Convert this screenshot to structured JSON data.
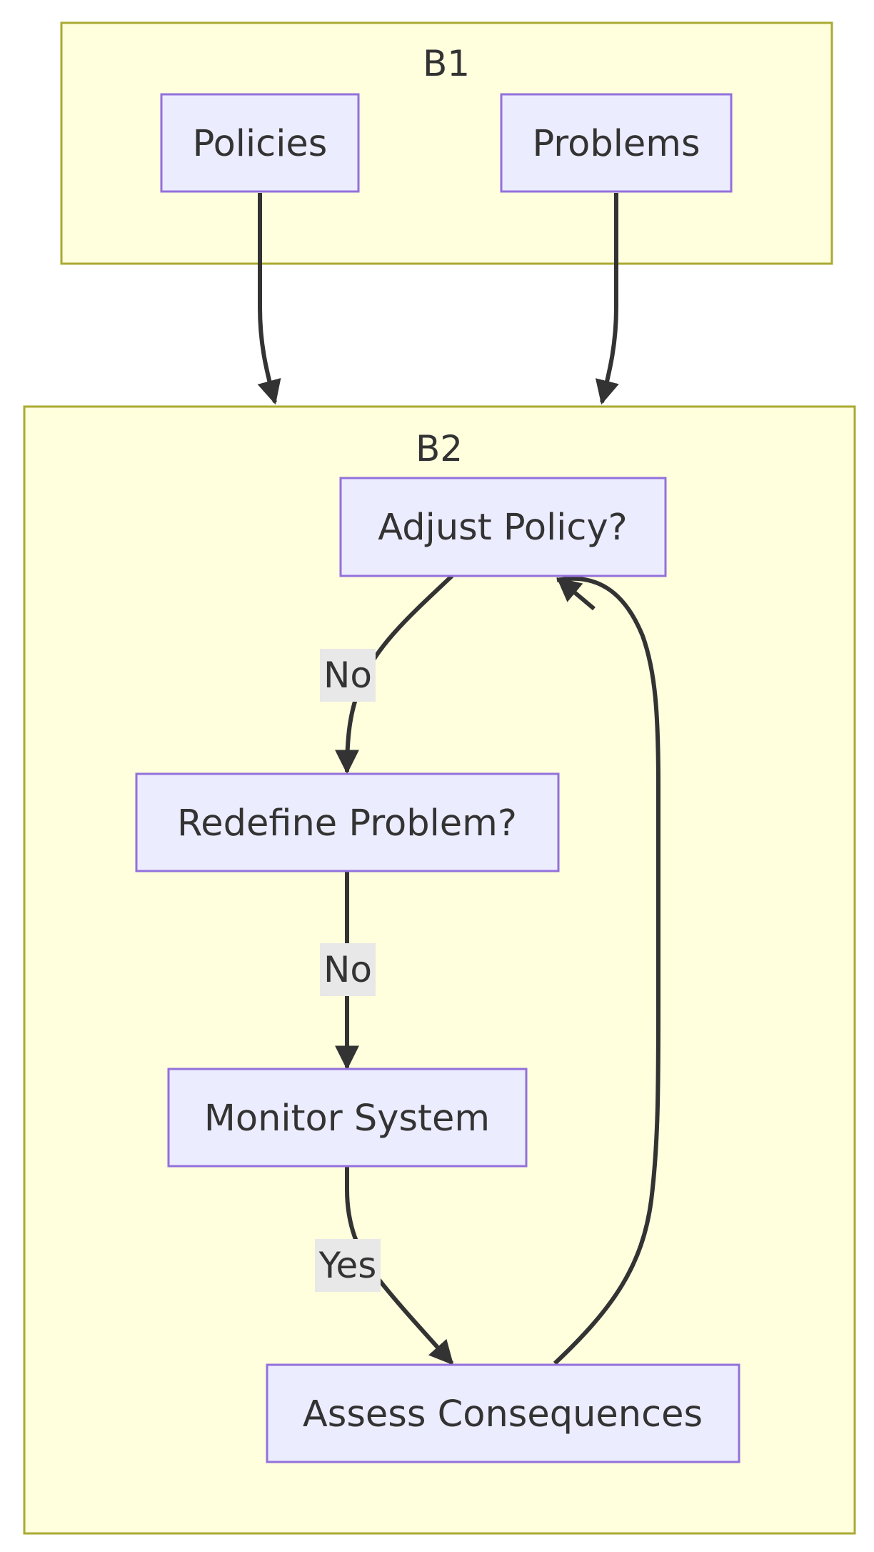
{
  "clusters": {
    "b1": {
      "label": "B1"
    },
    "b2": {
      "label": "B2"
    }
  },
  "nodes": {
    "policies": {
      "label": "Policies"
    },
    "problems": {
      "label": "Problems"
    },
    "adjust_policy": {
      "label": "Adjust Policy?"
    },
    "redefine_problem": {
      "label": "Redefine Problem?"
    },
    "monitor_system": {
      "label": "Monitor System"
    },
    "assess_consequences": {
      "label": "Assess Consequences"
    }
  },
  "edges": {
    "adjust_to_redefine": {
      "label": "No"
    },
    "redefine_to_monitor": {
      "label": "No"
    },
    "monitor_to_assess": {
      "label": "Yes"
    }
  },
  "colors": {
    "cluster_fill": "#ffffde",
    "cluster_stroke": "#aaaa33",
    "node_fill": "#ececff",
    "node_stroke": "#9370db",
    "edge": "#333333",
    "edge_label_bg": "#e8e8e8",
    "text": "#333333"
  }
}
